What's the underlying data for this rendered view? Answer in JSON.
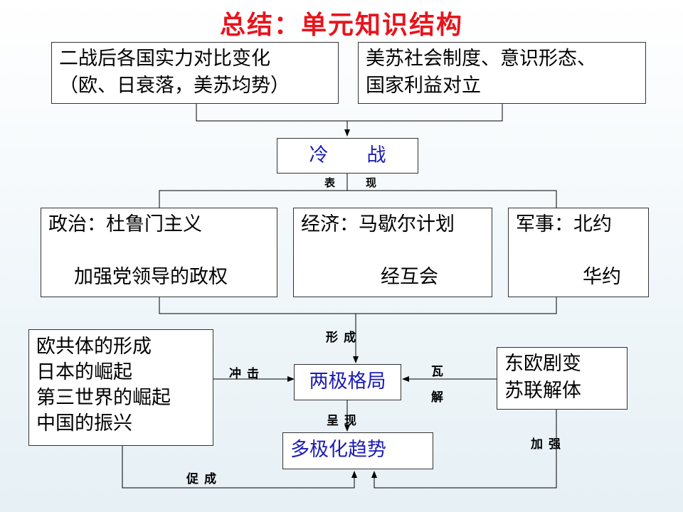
{
  "title": "总结：单元知识结构",
  "causes": {
    "left": [
      "二战后各国实力对比变化",
      "（欧、日衰落，美苏均势）"
    ],
    "right": [
      "美苏社会制度、意识形态、",
      "国家利益对立"
    ]
  },
  "cold_war": "冷　　战",
  "manifest_label": "表　现",
  "aspects": {
    "politics": {
      "top": "政治：杜鲁门主义",
      "bottom": "加强党领导的政权"
    },
    "economy": {
      "top": "经济：马歇尔计划",
      "bottom": "经互会"
    },
    "military": {
      "top": "军事：北约",
      "bottom": "华约"
    }
  },
  "form_label": "形成",
  "bipolar": "两极格局",
  "left_factors": [
    "欧共体的形成",
    "日本的崛起",
    "第三世界的崛起",
    "中国的振兴"
  ],
  "impact_label": "冲击",
  "collapse_label": [
    "瓦",
    "解"
  ],
  "right_factors": [
    "东欧剧变",
    "苏联解体"
  ],
  "present_label": "呈现",
  "multipolar": "多极化趋势",
  "promote_label": "促成",
  "strengthen_label": "加强"
}
